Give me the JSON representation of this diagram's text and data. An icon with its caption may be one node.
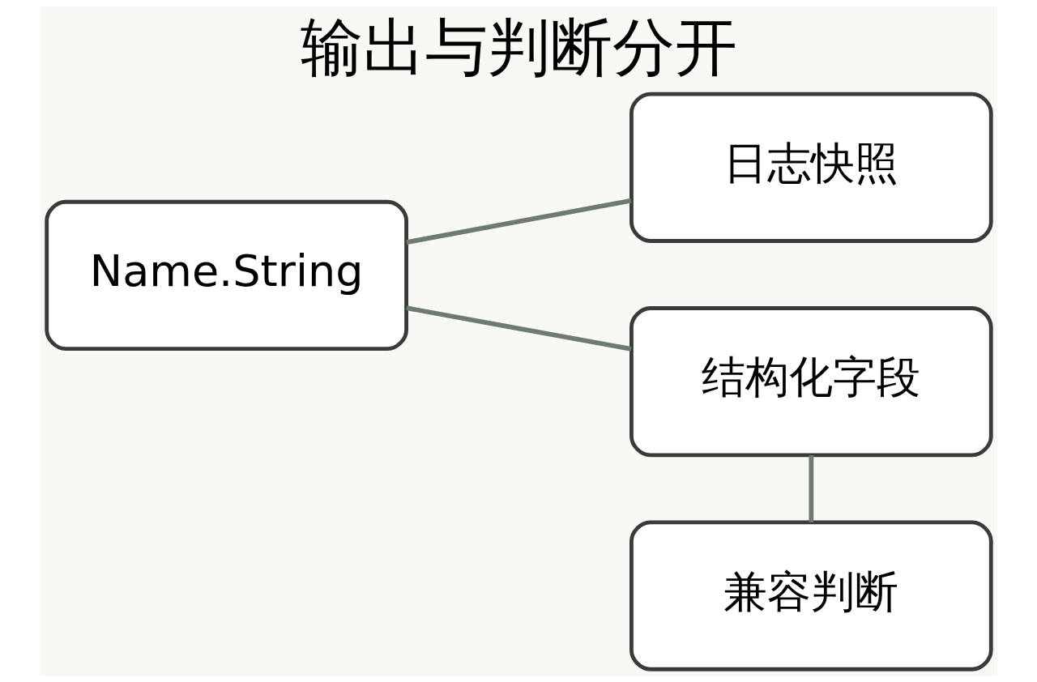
{
  "diagram": {
    "title": "输出与判断分开",
    "nodes": [
      {
        "text": [
          "Name.String"
        ]
      },
      {
        "text": [
          "日志快照"
        ]
      },
      {
        "text": [
          "结构化字段"
        ]
      },
      {
        "text": [
          "兼容判断"
        ]
      }
    ],
    "edges": [
      {
        "from": 0,
        "to": 1,
        "arrow": "none"
      },
      {
        "from": 0,
        "to": 2,
        "arrow": "none"
      },
      {
        "from": 2,
        "to": 3,
        "arrow": "none"
      }
    ]
  }
}
